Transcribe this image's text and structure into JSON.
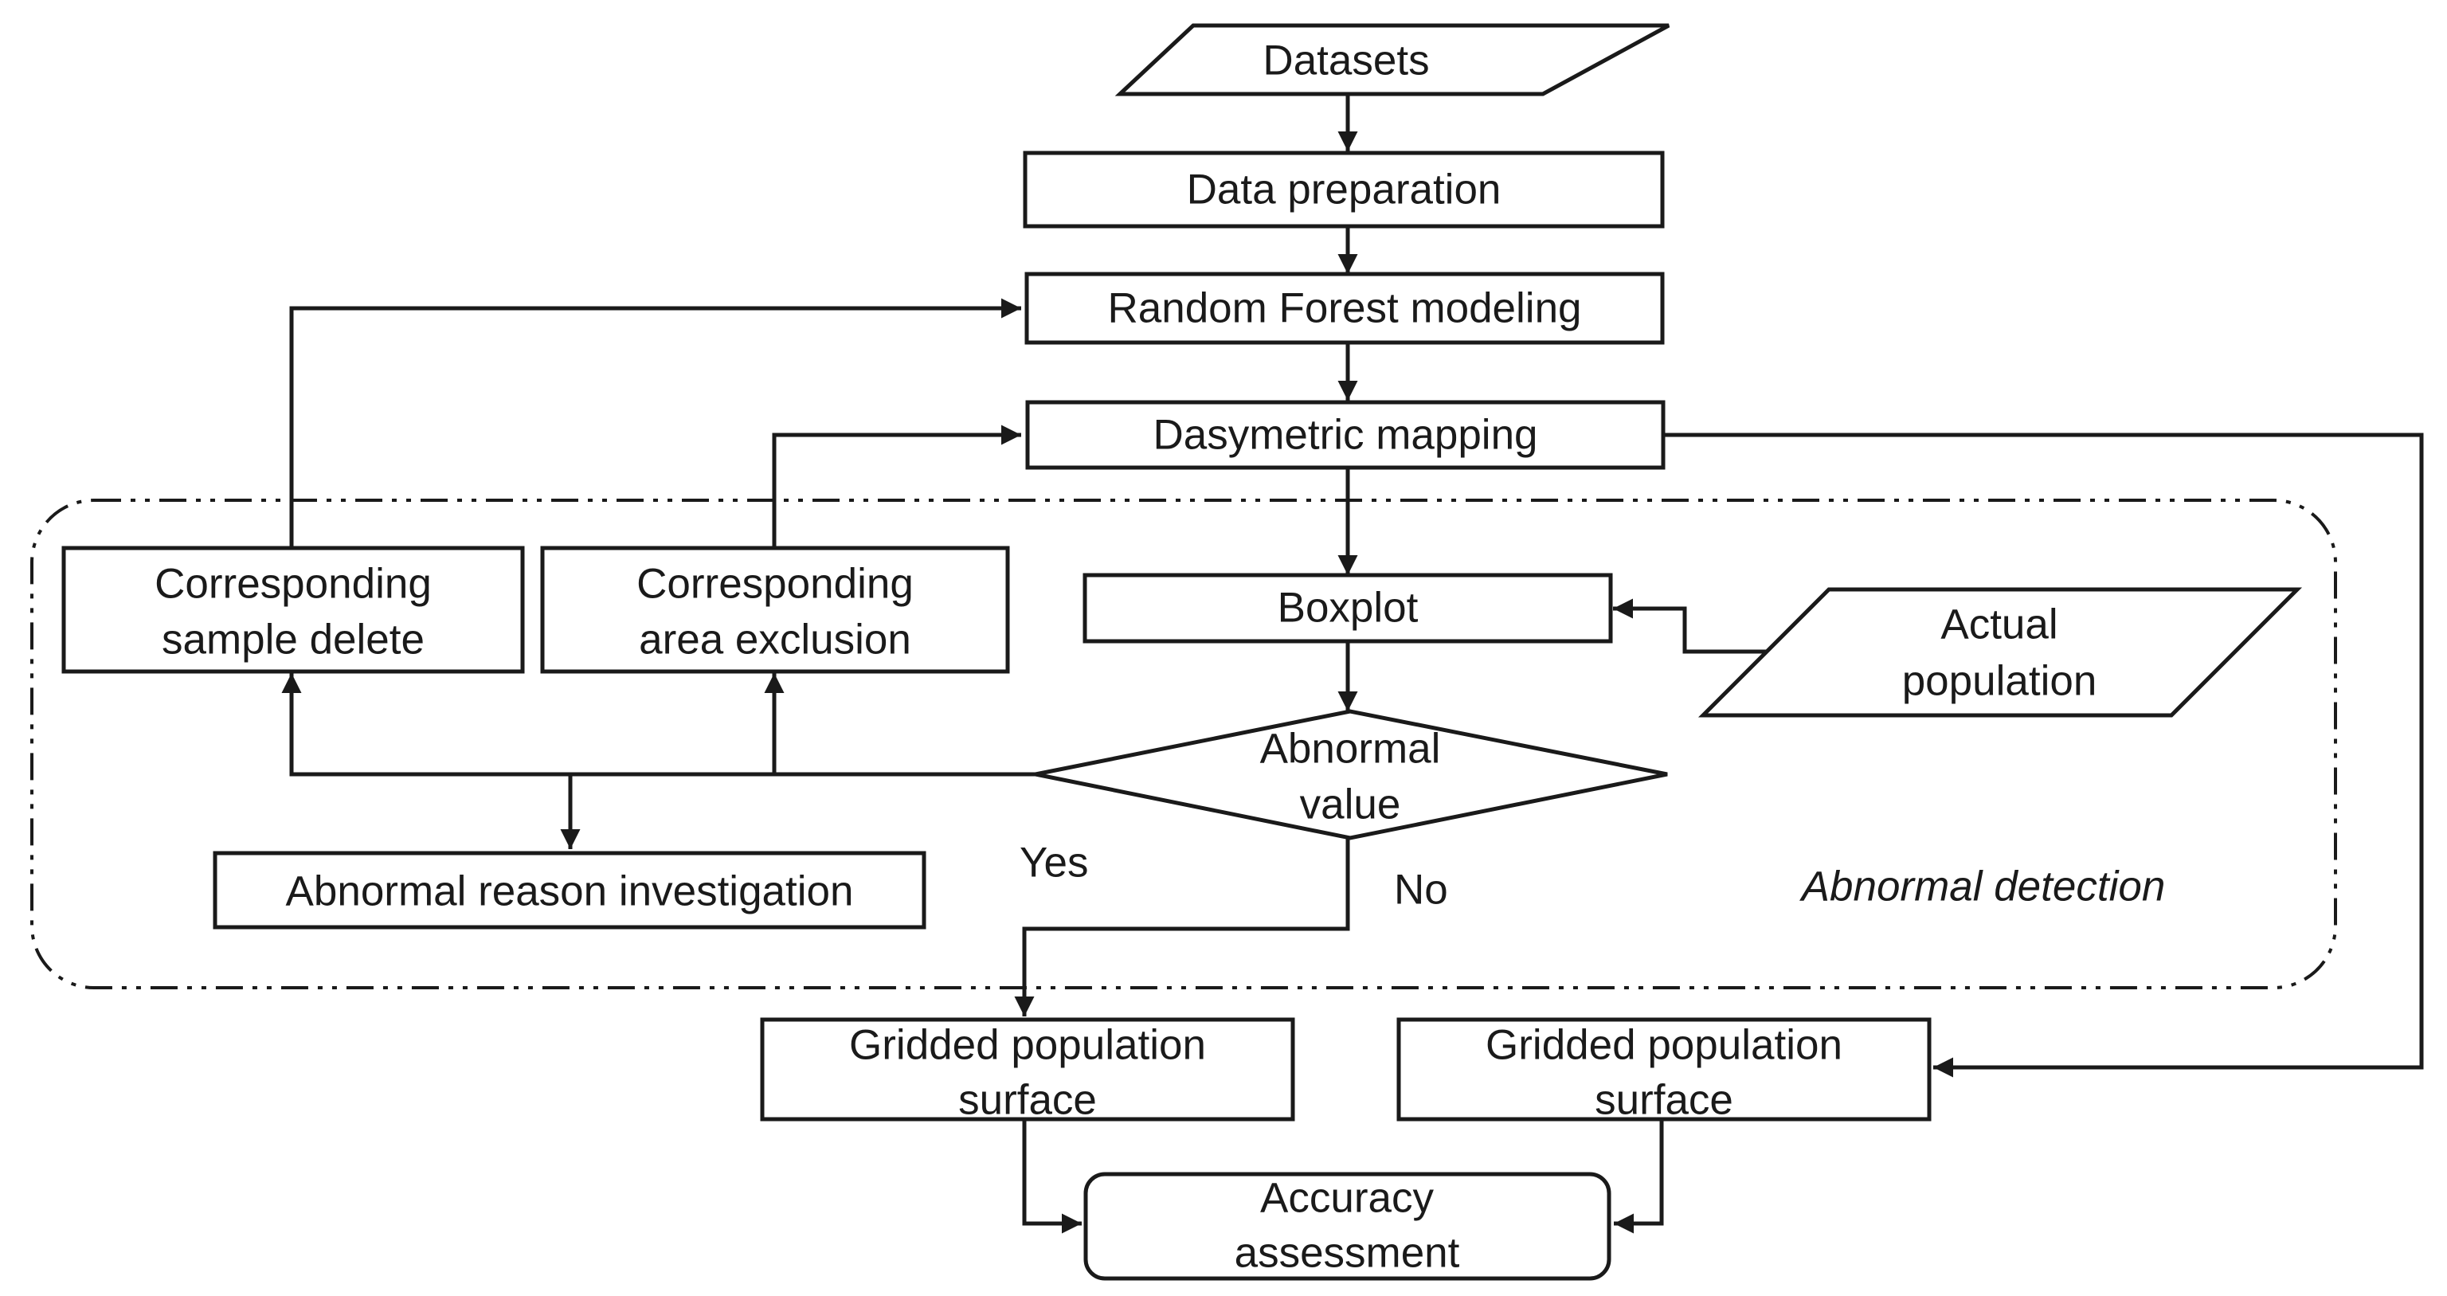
{
  "nodes": {
    "datasets": "Datasets",
    "data_preparation": "Data preparation",
    "random_forest": "Random Forest modeling",
    "dasymetric": "Dasymetric mapping",
    "sample_delete": [
      "Corresponding",
      "sample delete"
    ],
    "area_exclusion": [
      "Corresponding",
      "area exclusion"
    ],
    "boxplot": "Boxplot",
    "actual_population": [
      "Actual",
      "population"
    ],
    "abnormal_value": [
      "Abnormal",
      "value"
    ],
    "reason_investigation": "Abnormal reason investigation",
    "gridded_left": [
      "Gridded population",
      "surface"
    ],
    "gridded_right": [
      "Gridded population",
      "surface"
    ],
    "accuracy": [
      "Accuracy",
      "assessment"
    ]
  },
  "edge_labels": {
    "yes": "Yes",
    "no": "No"
  },
  "region_label": "Abnormal detection",
  "colors": {
    "stroke": "#1a1a1a",
    "background": "#ffffff"
  }
}
